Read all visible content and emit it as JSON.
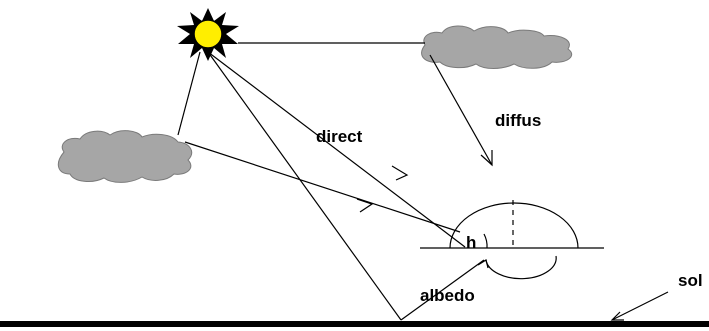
{
  "labels": {
    "direct": "direct",
    "diffus": "diffus",
    "h": "h",
    "albedo": "albedo",
    "sol": "sol"
  },
  "colors": {
    "sun_fill": "#ffee00",
    "sun_rays": "#000000",
    "cloud_fill": "#a6a6a6",
    "cloud_stroke": "#7a7a7a",
    "line": "#000000",
    "ground": "#000000",
    "background": "#ffffff"
  },
  "icons": {
    "sun": "sun-icon",
    "cloud_left": "cloud-icon",
    "cloud_right": "cloud-icon"
  }
}
